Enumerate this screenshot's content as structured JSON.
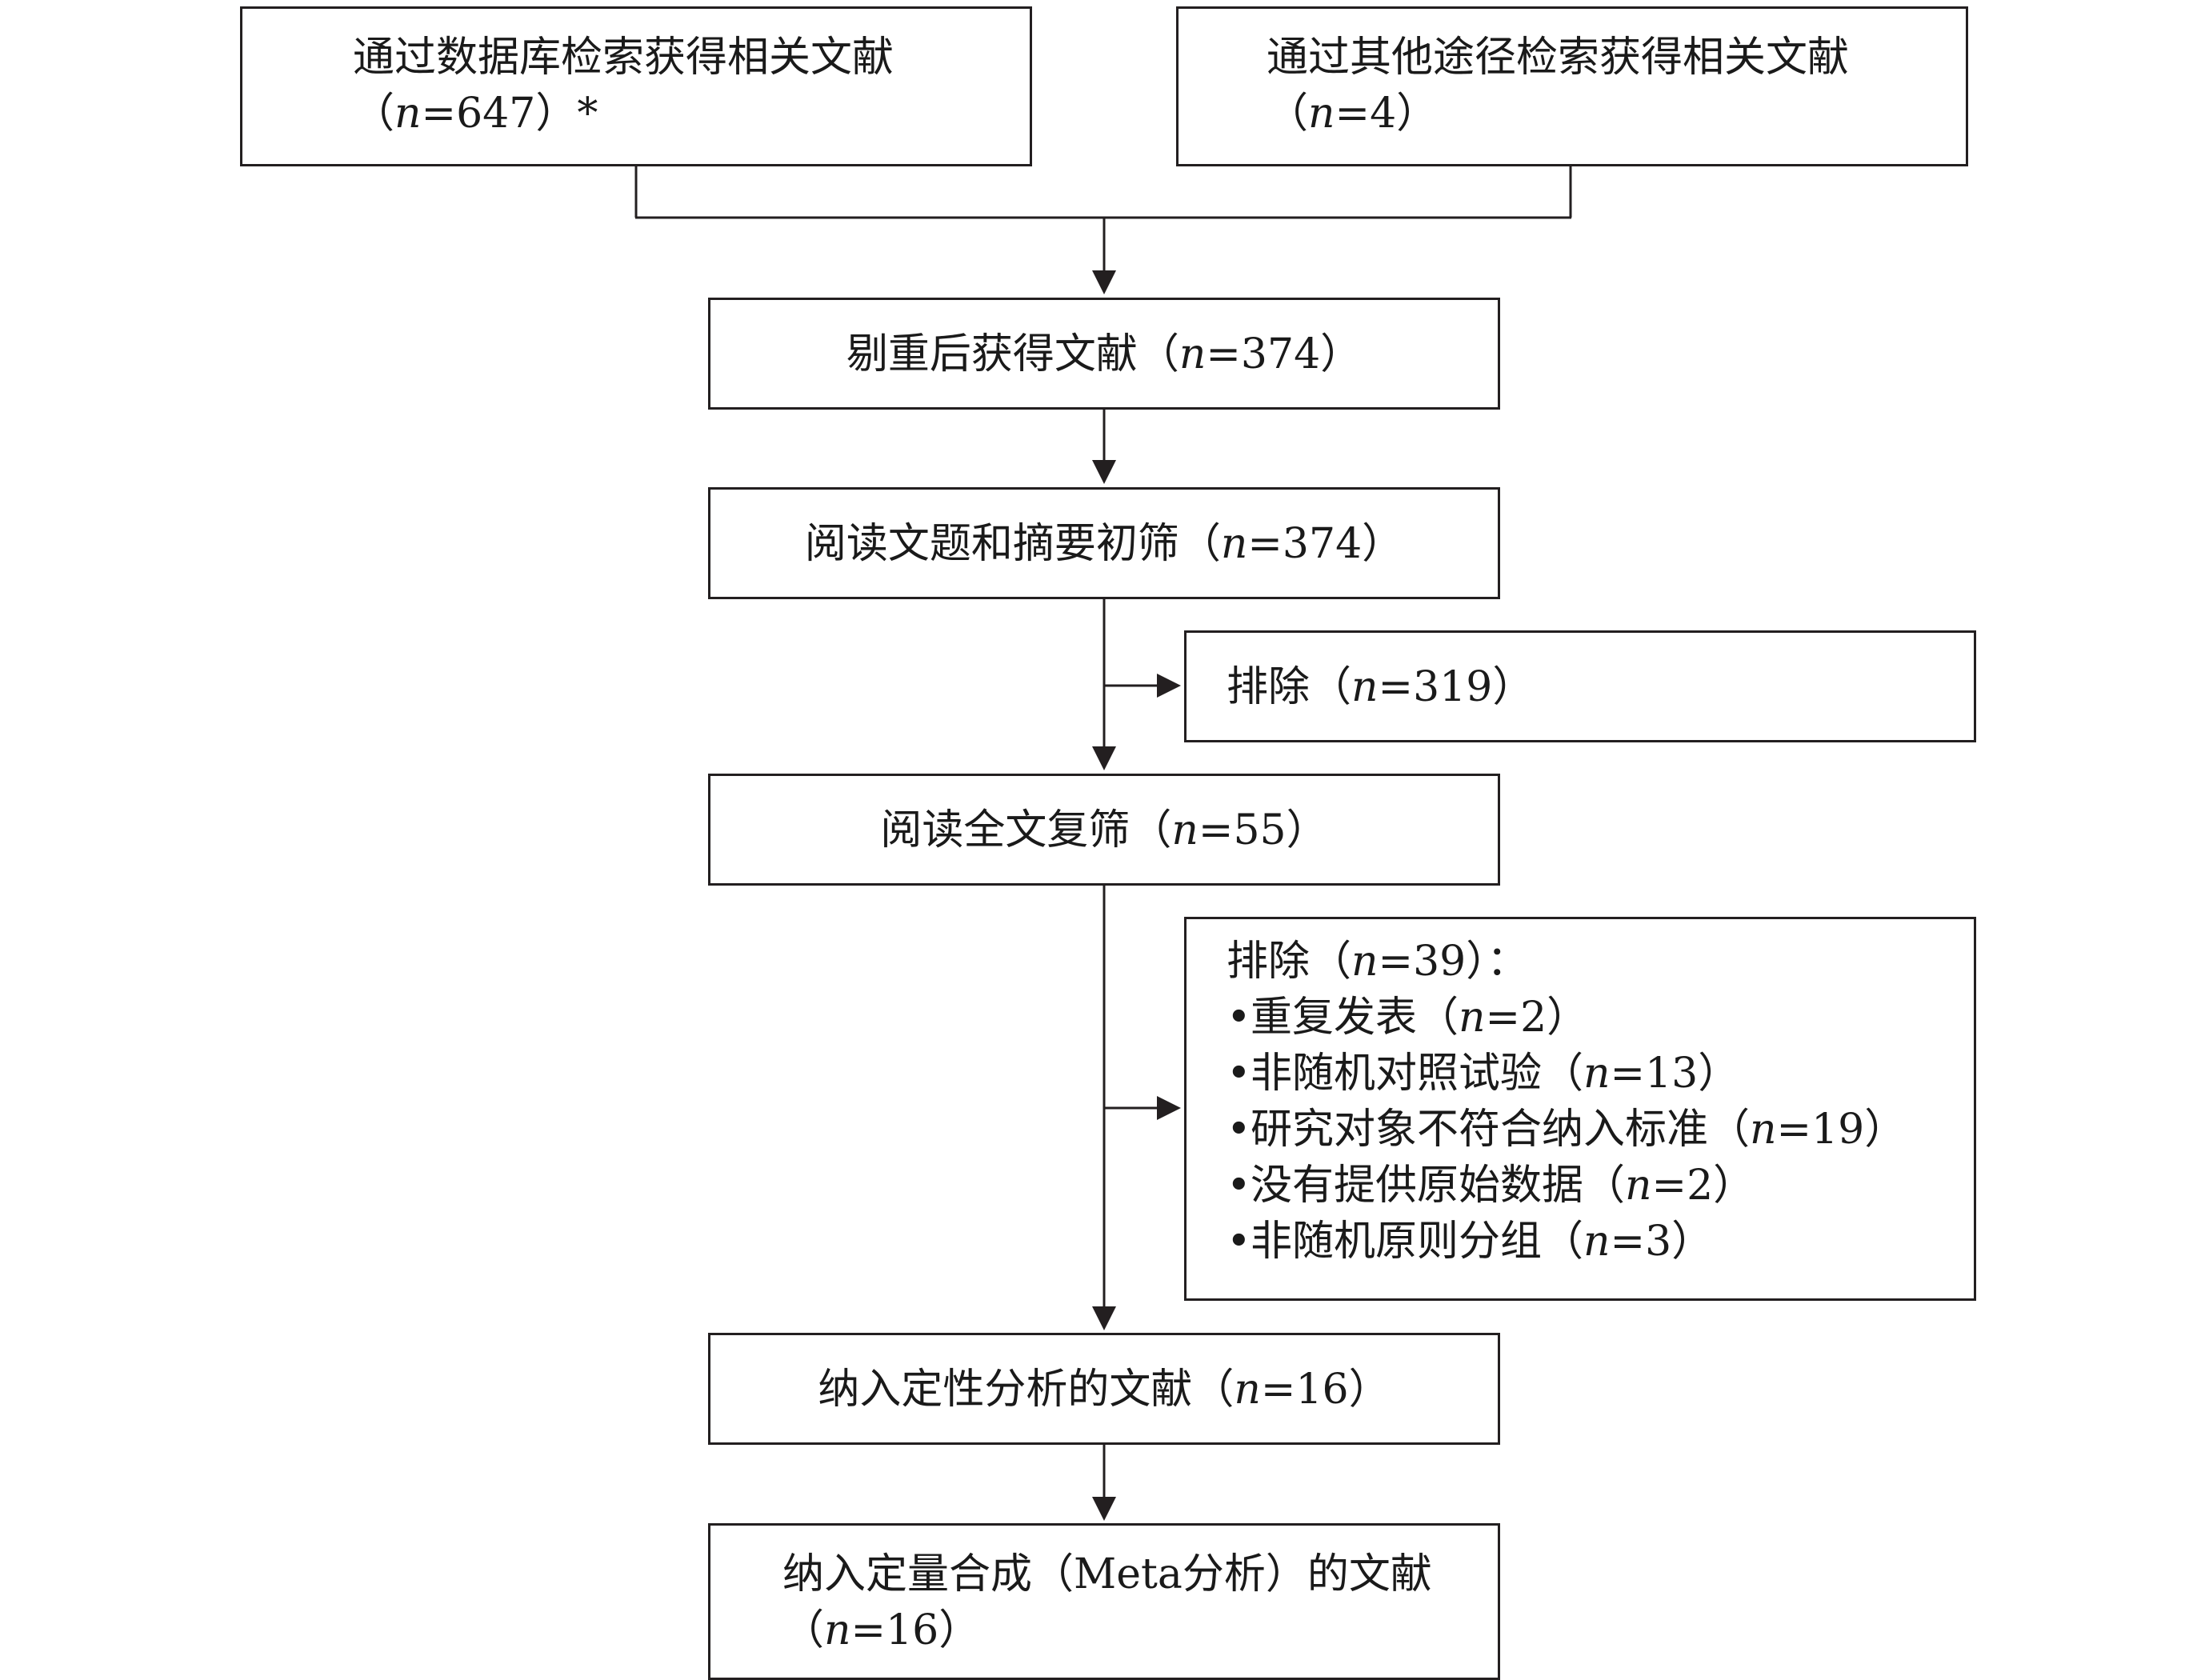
{
  "nodes": {
    "db_search": {
      "line1": "通过数据库检索获得相关文献",
      "open": "（",
      "n_label": "n",
      "n_value": "=647",
      "close": "）*"
    },
    "other_search": {
      "line1": "通过其他途径检索获得相关文献",
      "open": "（",
      "n_label": "n",
      "n_value": "=4",
      "close": "）"
    },
    "dedup": {
      "text": "剔重后获得文献（",
      "n_label": "n",
      "n_value": "=374",
      "close": "）"
    },
    "screen": {
      "text": "阅读文题和摘要初筛（",
      "n_label": "n",
      "n_value": "=374",
      "close": "）"
    },
    "exclude1": {
      "text": "排除（",
      "n_label": "n",
      "n_value": "=319",
      "close": "）"
    },
    "fulltext": {
      "text": "阅读全文复筛（",
      "n_label": "n",
      "n_value": "=55",
      "close": "）"
    },
    "exclude2": {
      "text": "排除（",
      "n_label": "n",
      "n_value": "=39",
      "close": "）：",
      "bullet": "•",
      "reasons": [
        {
          "text": "重复发表（",
          "n_label": "n",
          "n_value": "=2",
          "close": "）"
        },
        {
          "text": "非随机对照试验（",
          "n_label": "n",
          "n_value": "=13",
          "close": "）"
        },
        {
          "text": "研究对象不符合纳入标准（",
          "n_label": "n",
          "n_value": "=19",
          "close": "）"
        },
        {
          "text": "没有提供原始数据（",
          "n_label": "n",
          "n_value": "=2",
          "close": "）"
        },
        {
          "text": "非随机原则分组（",
          "n_label": "n",
          "n_value": "=3",
          "close": "）"
        }
      ]
    },
    "qualitative": {
      "text": "纳入定性分析的文献（",
      "n_label": "n",
      "n_value": "=16",
      "close": "）"
    },
    "quantitative": {
      "line1": "纳入定量合成（Meta分析）的文献",
      "open": "（",
      "n_label": "n",
      "n_value": "=16",
      "close": "）"
    }
  },
  "colors": {
    "line": "#231f20",
    "text": "#1a1a1a",
    "background": "#ffffff"
  }
}
